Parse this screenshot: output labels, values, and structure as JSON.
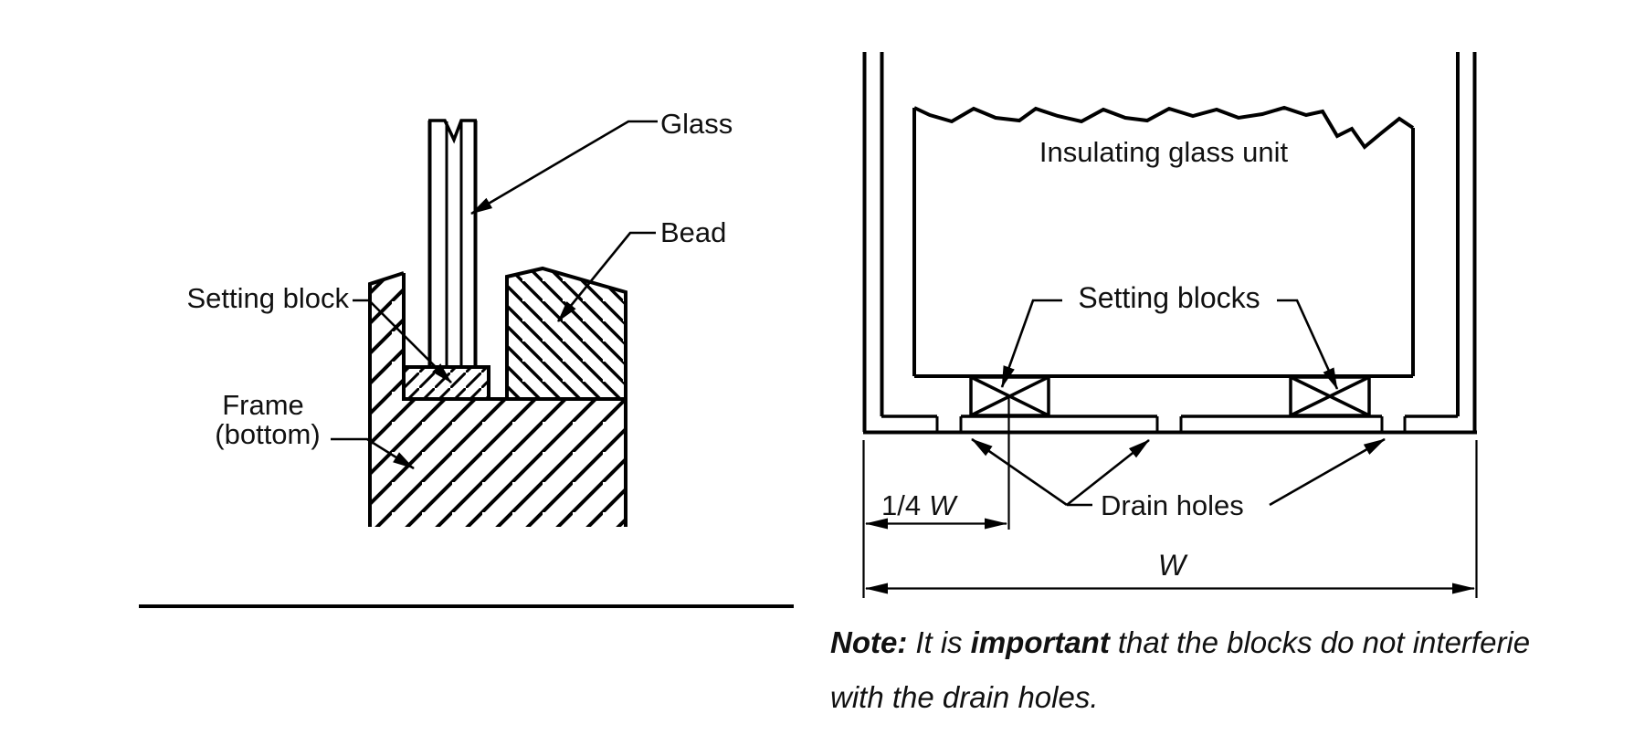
{
  "left_diagram": {
    "glass_label": "Glass",
    "bead_label": "Bead",
    "setting_block_label": "Setting block",
    "frame_label_line1": "Frame",
    "frame_label_line2": "(bottom)"
  },
  "right_diagram": {
    "glass_unit_label": "Insulating glass unit",
    "setting_blocks_label": "Setting blocks",
    "drain_holes_label": "Drain holes",
    "quarter_width_prefix": "1/4",
    "quarter_width_symbol": "W",
    "width_symbol": "W",
    "note": {
      "prefix": "Note:",
      "part1": "It is",
      "emphasis": "important",
      "part2": "that the blocks do not interferie",
      "line2": "with the drain holes."
    }
  },
  "colors": {
    "line": "#000000",
    "text": "#1a1a1a",
    "background": "#ffffff"
  }
}
